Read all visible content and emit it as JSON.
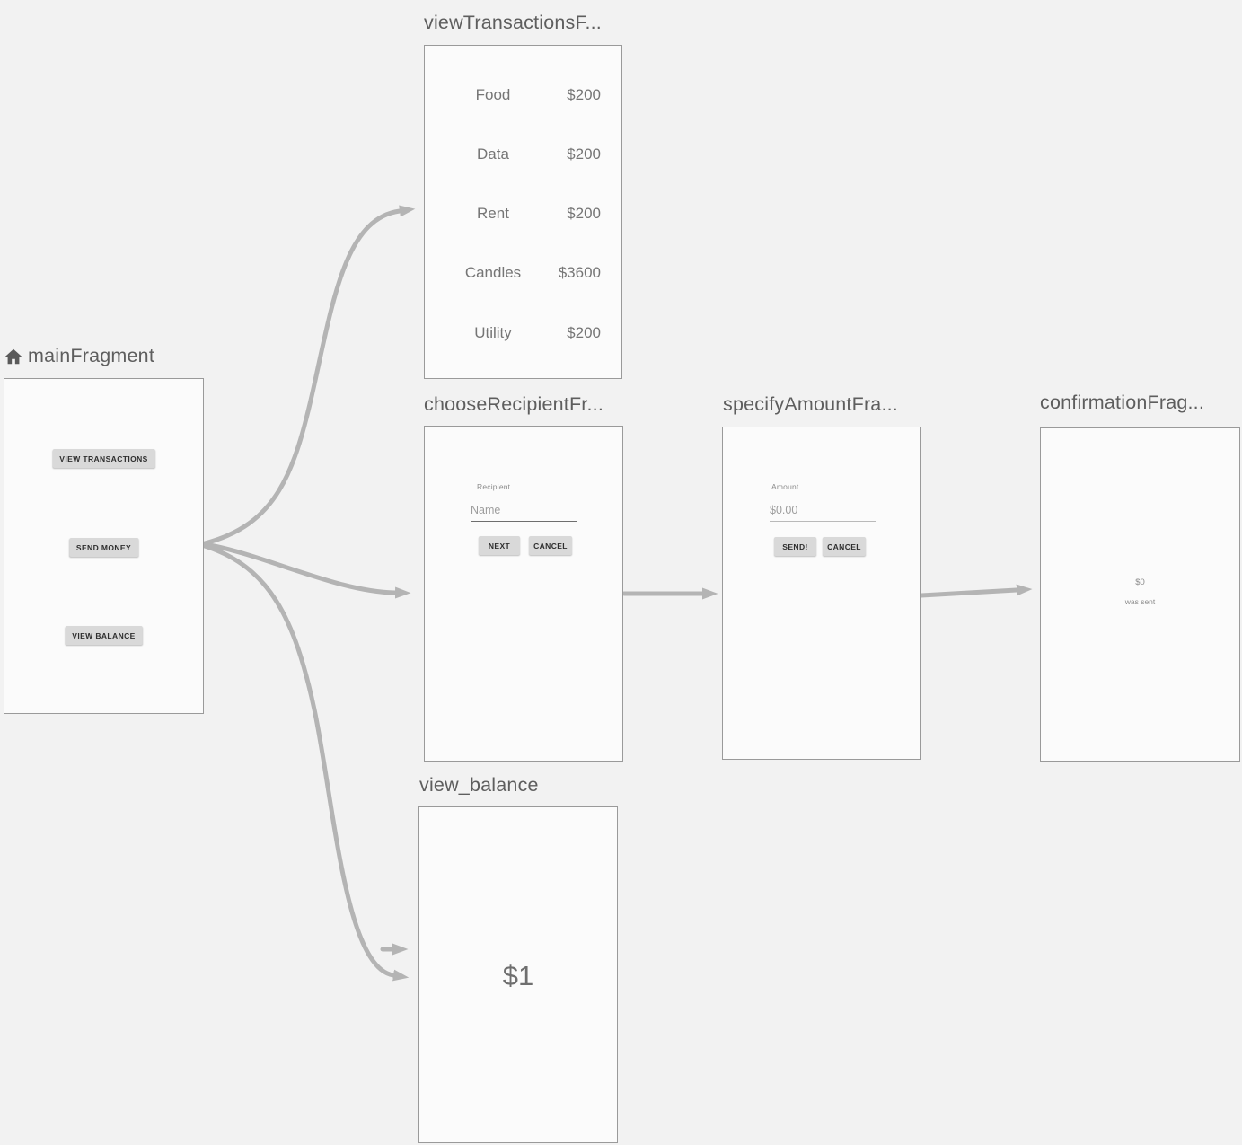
{
  "editor": {
    "background_color": "#f2f2f2",
    "arrow_color": "#b4b4b4",
    "box_background": "#fbfbfb",
    "box_border_color": "#9a9a9a",
    "title_color": "#5e5e5e"
  },
  "fragments": {
    "main": {
      "title": "mainFragment",
      "icon": "home-icon",
      "buttons": [
        "VIEW TRANSACTIONS",
        "SEND MONEY",
        "VIEW BALANCE"
      ]
    },
    "view_transactions": {
      "title": "viewTransactionsF...",
      "rows": [
        {
          "name": "Food",
          "amount": "$200"
        },
        {
          "name": "Data",
          "amount": "$200"
        },
        {
          "name": "Rent",
          "amount": "$200"
        },
        {
          "name": "Candles",
          "amount": "$3600"
        },
        {
          "name": "Utility",
          "amount": "$200"
        }
      ]
    },
    "choose_recipient": {
      "title": "chooseRecipientFr...",
      "field_label": "Recipient",
      "field_hint": "Name",
      "next_button": "NEXT",
      "cancel_button": "CANCEL"
    },
    "specify_amount": {
      "title": "specifyAmountFra...",
      "field_label": "Amount",
      "field_hint": "$0.00",
      "send_button": "SEND!",
      "cancel_button": "CANCEL"
    },
    "confirmation": {
      "title": "confirmationFrag...",
      "amount_text": "$0",
      "message_text": "was sent"
    },
    "view_balance": {
      "title": "view_balance",
      "balance_text": "$1"
    }
  }
}
